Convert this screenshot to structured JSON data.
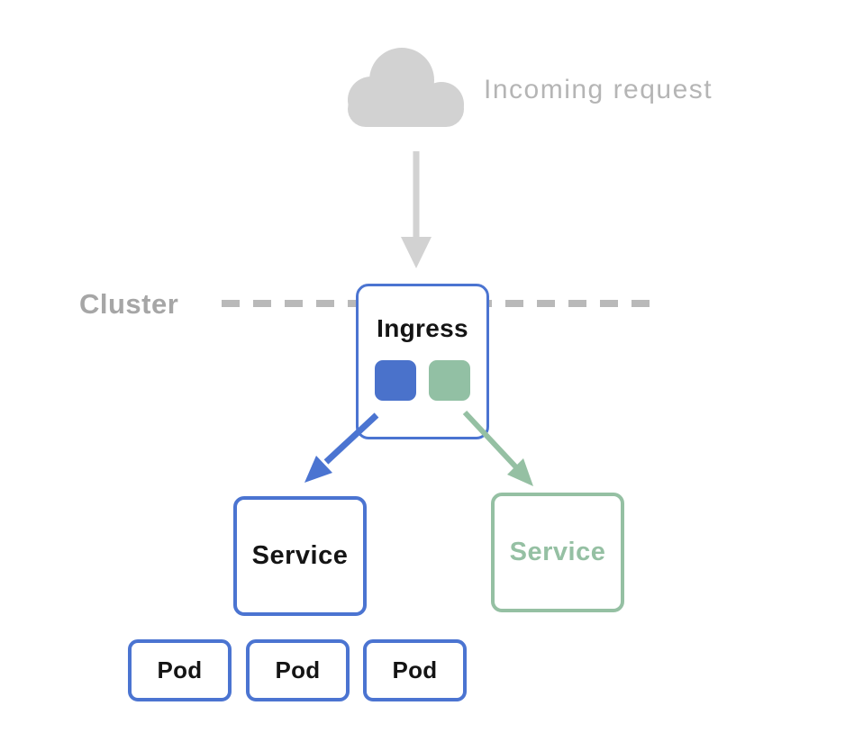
{
  "diagram": {
    "incoming": {
      "label": "Incoming request",
      "icon": "cloud-icon"
    },
    "cluster": {
      "label": "Cluster"
    },
    "ingress": {
      "label": "Ingress",
      "backends": [
        {
          "name": "blue-backend-square",
          "color": "#4a72cb"
        },
        {
          "name": "green-backend-square",
          "color": "#92c0a4"
        }
      ]
    },
    "services": [
      {
        "label": "Service",
        "variant": "blue"
      },
      {
        "label": "Service",
        "variant": "green"
      }
    ],
    "pods": [
      {
        "label": "Pod"
      },
      {
        "label": "Pod"
      },
      {
        "label": "Pod"
      }
    ],
    "colors": {
      "blue": "#4b74d1",
      "blue_fill": "#4a72cb",
      "green": "#95c0a3",
      "green_fill": "#92c0a4",
      "gray_shape": "#d2d2d2",
      "gray_text": "#b5b5b5",
      "cluster_text": "#a6a6a6",
      "dash": "#b9b9b9",
      "node_text": "#141414",
      "background": "#ffffff"
    }
  }
}
